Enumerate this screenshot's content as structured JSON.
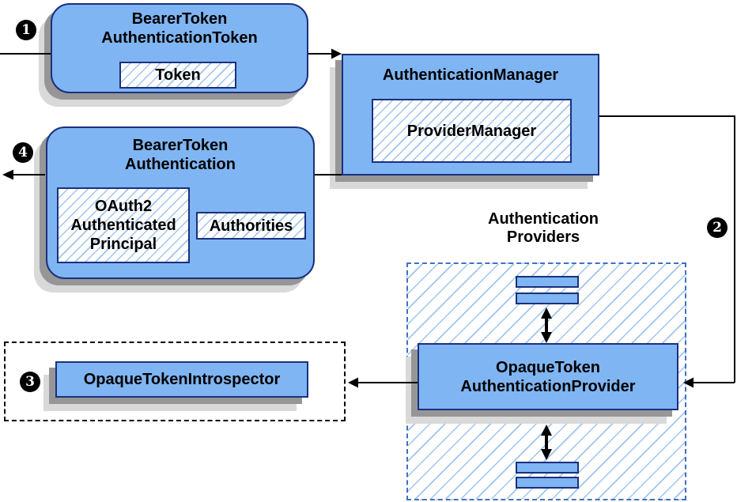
{
  "diagram": {
    "type": "flow-diagram",
    "subject": "opaque token authentication flow",
    "nodes": {
      "bearer_token_authentication_token": {
        "label": "BearerToken\nAuthenticationToken",
        "chips": {
          "token": "Token"
        }
      },
      "authentication_manager": {
        "label": "AuthenticationManager",
        "chips": {
          "provider_manager": "ProviderManager"
        }
      },
      "bearer_token_authentication": {
        "label": "BearerToken\nAuthentication",
        "chips": {
          "principal": "OAuth2\nAuthenticated\nPrincipal",
          "authorities": "Authorities"
        }
      },
      "opaque_token_introspector": {
        "label": "OpaqueTokenIntrospector"
      },
      "opaque_token_authentication_provider": {
        "label": "OpaqueToken\nAuthenticationProvider"
      },
      "authentication_providers_group": {
        "label": "Authentication\nProviders"
      }
    },
    "steps": {
      "s1": "1",
      "s2": "2",
      "s3": "3",
      "s4": "4"
    },
    "colors": {
      "node_fill": "#7fb5f2",
      "node_border": "#1b307e",
      "hatch_line": "#9ec4f2",
      "providers_dash_border": "#4170c0",
      "introspector_dash_border": "#000000",
      "connector": "#000000",
      "shadow_dark": "#969696",
      "shadow_light": "#d9d9d9",
      "text": "#000000",
      "badge_bg": "#000000",
      "badge_text": "#ffffff"
    }
  }
}
